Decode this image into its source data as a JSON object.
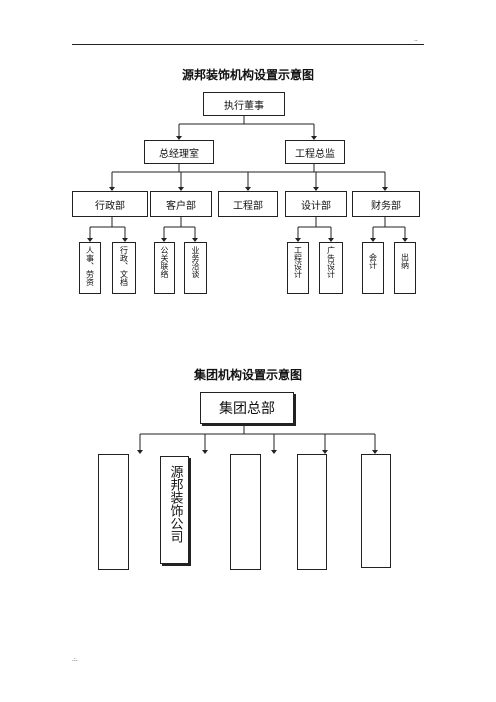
{
  "header": {
    "dots": ".."
  },
  "footer": {
    "dots": ".:."
  },
  "chart1": {
    "title": "源邦装饰机构设置示意图",
    "root": "执行董事",
    "level2": [
      "总经理室",
      "工程总监"
    ],
    "departments": [
      "行政部",
      "客户部",
      "工程部",
      "设计部",
      "财务部"
    ],
    "sub": {
      "admin": [
        "人事、劳资",
        "行政、文档"
      ],
      "client": [
        "公关联络",
        "业务洽谈"
      ],
      "design": [
        "工程设计",
        "广告设计"
      ],
      "finance": [
        "会计",
        "出纳"
      ]
    }
  },
  "chart2": {
    "title": "集团机构设置示意图",
    "root": "集团总部",
    "branches": [
      "",
      "源邦装饰公司",
      "",
      "",
      ""
    ]
  }
}
